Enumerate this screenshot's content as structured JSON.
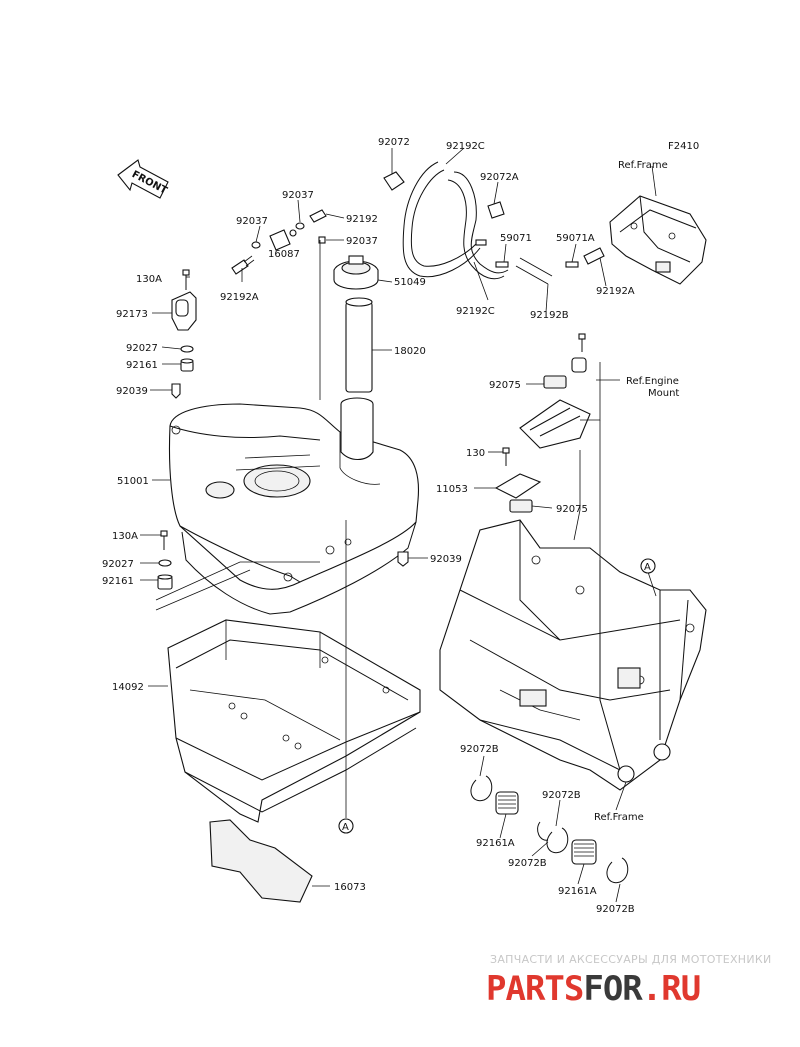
{
  "diagram": {
    "code": "F2410",
    "front_label": "FRONT",
    "circle_ref": "A",
    "labels": {
      "p92072": "92072",
      "p92192C_top": "92192C",
      "p92072A": "92072A",
      "p92037_a": "92037",
      "p92037_b": "92037",
      "p92192": "92192",
      "p92037_c": "92037",
      "p16087": "16087",
      "p59071": "59071",
      "p59071A": "59071A",
      "p130A_top": "130A",
      "p92192A_left": "92192A",
      "p51049": "51049",
      "p92192C_bot": "92192C",
      "p92192B": "92192B",
      "p92192A_right": "92192A",
      "p92173": "92173",
      "p18020": "18020",
      "p92027_top": "92027",
      "p92161_top": "92161",
      "p92039_left": "92039",
      "p92075_top": "92075",
      "p130": "130",
      "p51001": "51001",
      "p11053": "11053",
      "p92075_bot": "92075",
      "p130A_bot": "130A",
      "p92039_right": "92039",
      "p92027_bot": "92027",
      "p92161_bot": "92161",
      "p14092": "14092",
      "p92072B_1": "92072B",
      "p92072B_2": "92072B",
      "p92161A_1": "92161A",
      "p92072B_3": "92072B",
      "p92161A_2": "92161A",
      "p92072B_4": "92072B",
      "p16073": "16073"
    },
    "refs": {
      "frame_top": "Ref.Frame",
      "engine_mount_1": "Ref.Engine",
      "engine_mount_2": "Mount",
      "frame_bottom": "Ref.Frame"
    }
  },
  "watermark": {
    "tagline": "ЗАПЧАСТИ И АКСЕССУАРЫ ДЛЯ МОТОТЕХНИКИ",
    "brand_a": "PARTS",
    "brand_b": "FOR",
    "brand_c": ".RU",
    "color_red": "#e0382e",
    "color_dark": "#3a3a3a"
  }
}
